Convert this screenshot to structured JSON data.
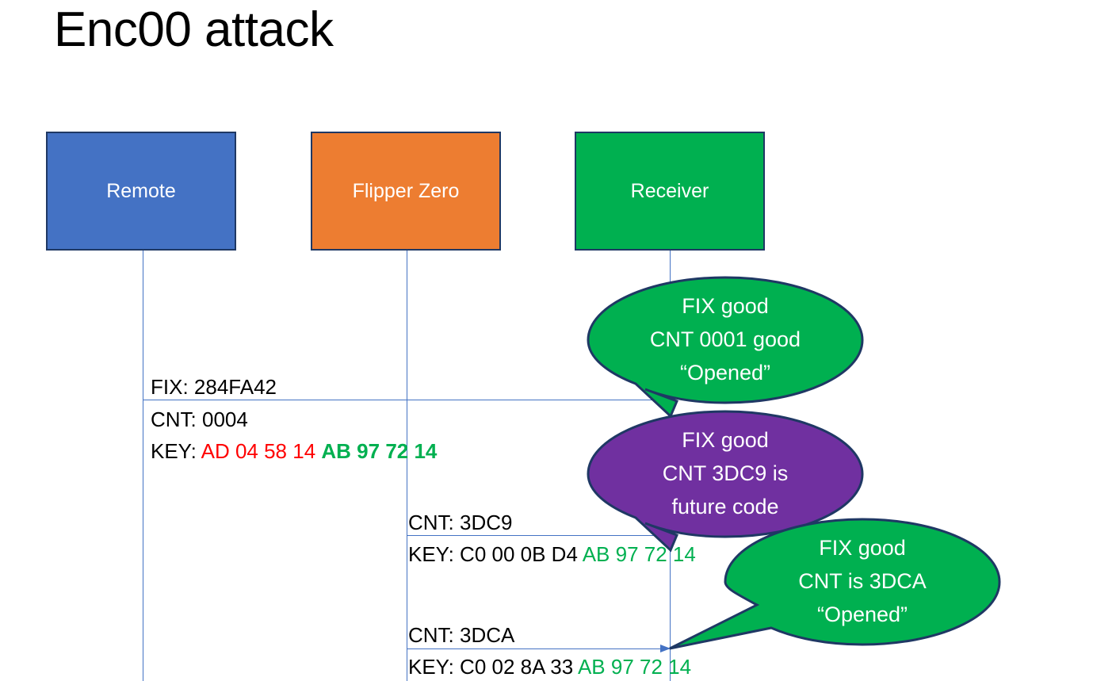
{
  "slide": {
    "title": "Enc00 attack"
  },
  "actors": [
    {
      "id": "remote",
      "label": "Remote",
      "color": "#4472C4"
    },
    {
      "id": "flipper",
      "label": "Flipper Zero",
      "color": "#ED7D31"
    },
    {
      "id": "receiver",
      "label": "Receiver",
      "color": "#00B050"
    }
  ],
  "colors": {
    "remote_blue": "#4472C4",
    "flipper_orange": "#ED7D31",
    "receiver_green": "#00B050",
    "bubble_purple": "#7030A0",
    "bubble_border": "#1F3864",
    "lifeline_blue": "#4472C4",
    "hex_red": "#FF0000",
    "hex_green": "#00B050"
  },
  "messages": [
    {
      "id": "msg-1",
      "from": "remote",
      "to": "receiver",
      "fix_label": "FIX: 284FA42",
      "cnt_label": "CNT: 0004",
      "key_prefix": "KEY: ",
      "key_part_red": "AD 04 58 14",
      "key_part_green": "AB 97 72 14"
    },
    {
      "id": "msg-2",
      "from": "flipper",
      "to": "receiver",
      "cnt_label": "CNT: 3DC9",
      "key_prefix": "KEY: C0 00 0B D4 ",
      "key_part_green": "AB 97 72 14"
    },
    {
      "id": "msg-3",
      "from": "flipper",
      "to": "receiver",
      "cnt_label": "CNT: 3DCA",
      "key_prefix": "KEY: C0 02 8A 33 ",
      "key_part_green": "AB 97 72 14"
    }
  ],
  "bubbles": [
    {
      "id": "bubble-1",
      "fill": "#00B050",
      "line1": "FIX good",
      "line2": "CNT 0001 good",
      "line3": "“Opened”"
    },
    {
      "id": "bubble-2",
      "fill": "#7030A0",
      "line1": "FIX good",
      "line2": "CNT 3DC9 is",
      "line3": "future code"
    },
    {
      "id": "bubble-3",
      "fill": "#00B050",
      "line1": "FIX good",
      "line2": "CNT is 3DCA",
      "line3": "“Opened”"
    }
  ]
}
